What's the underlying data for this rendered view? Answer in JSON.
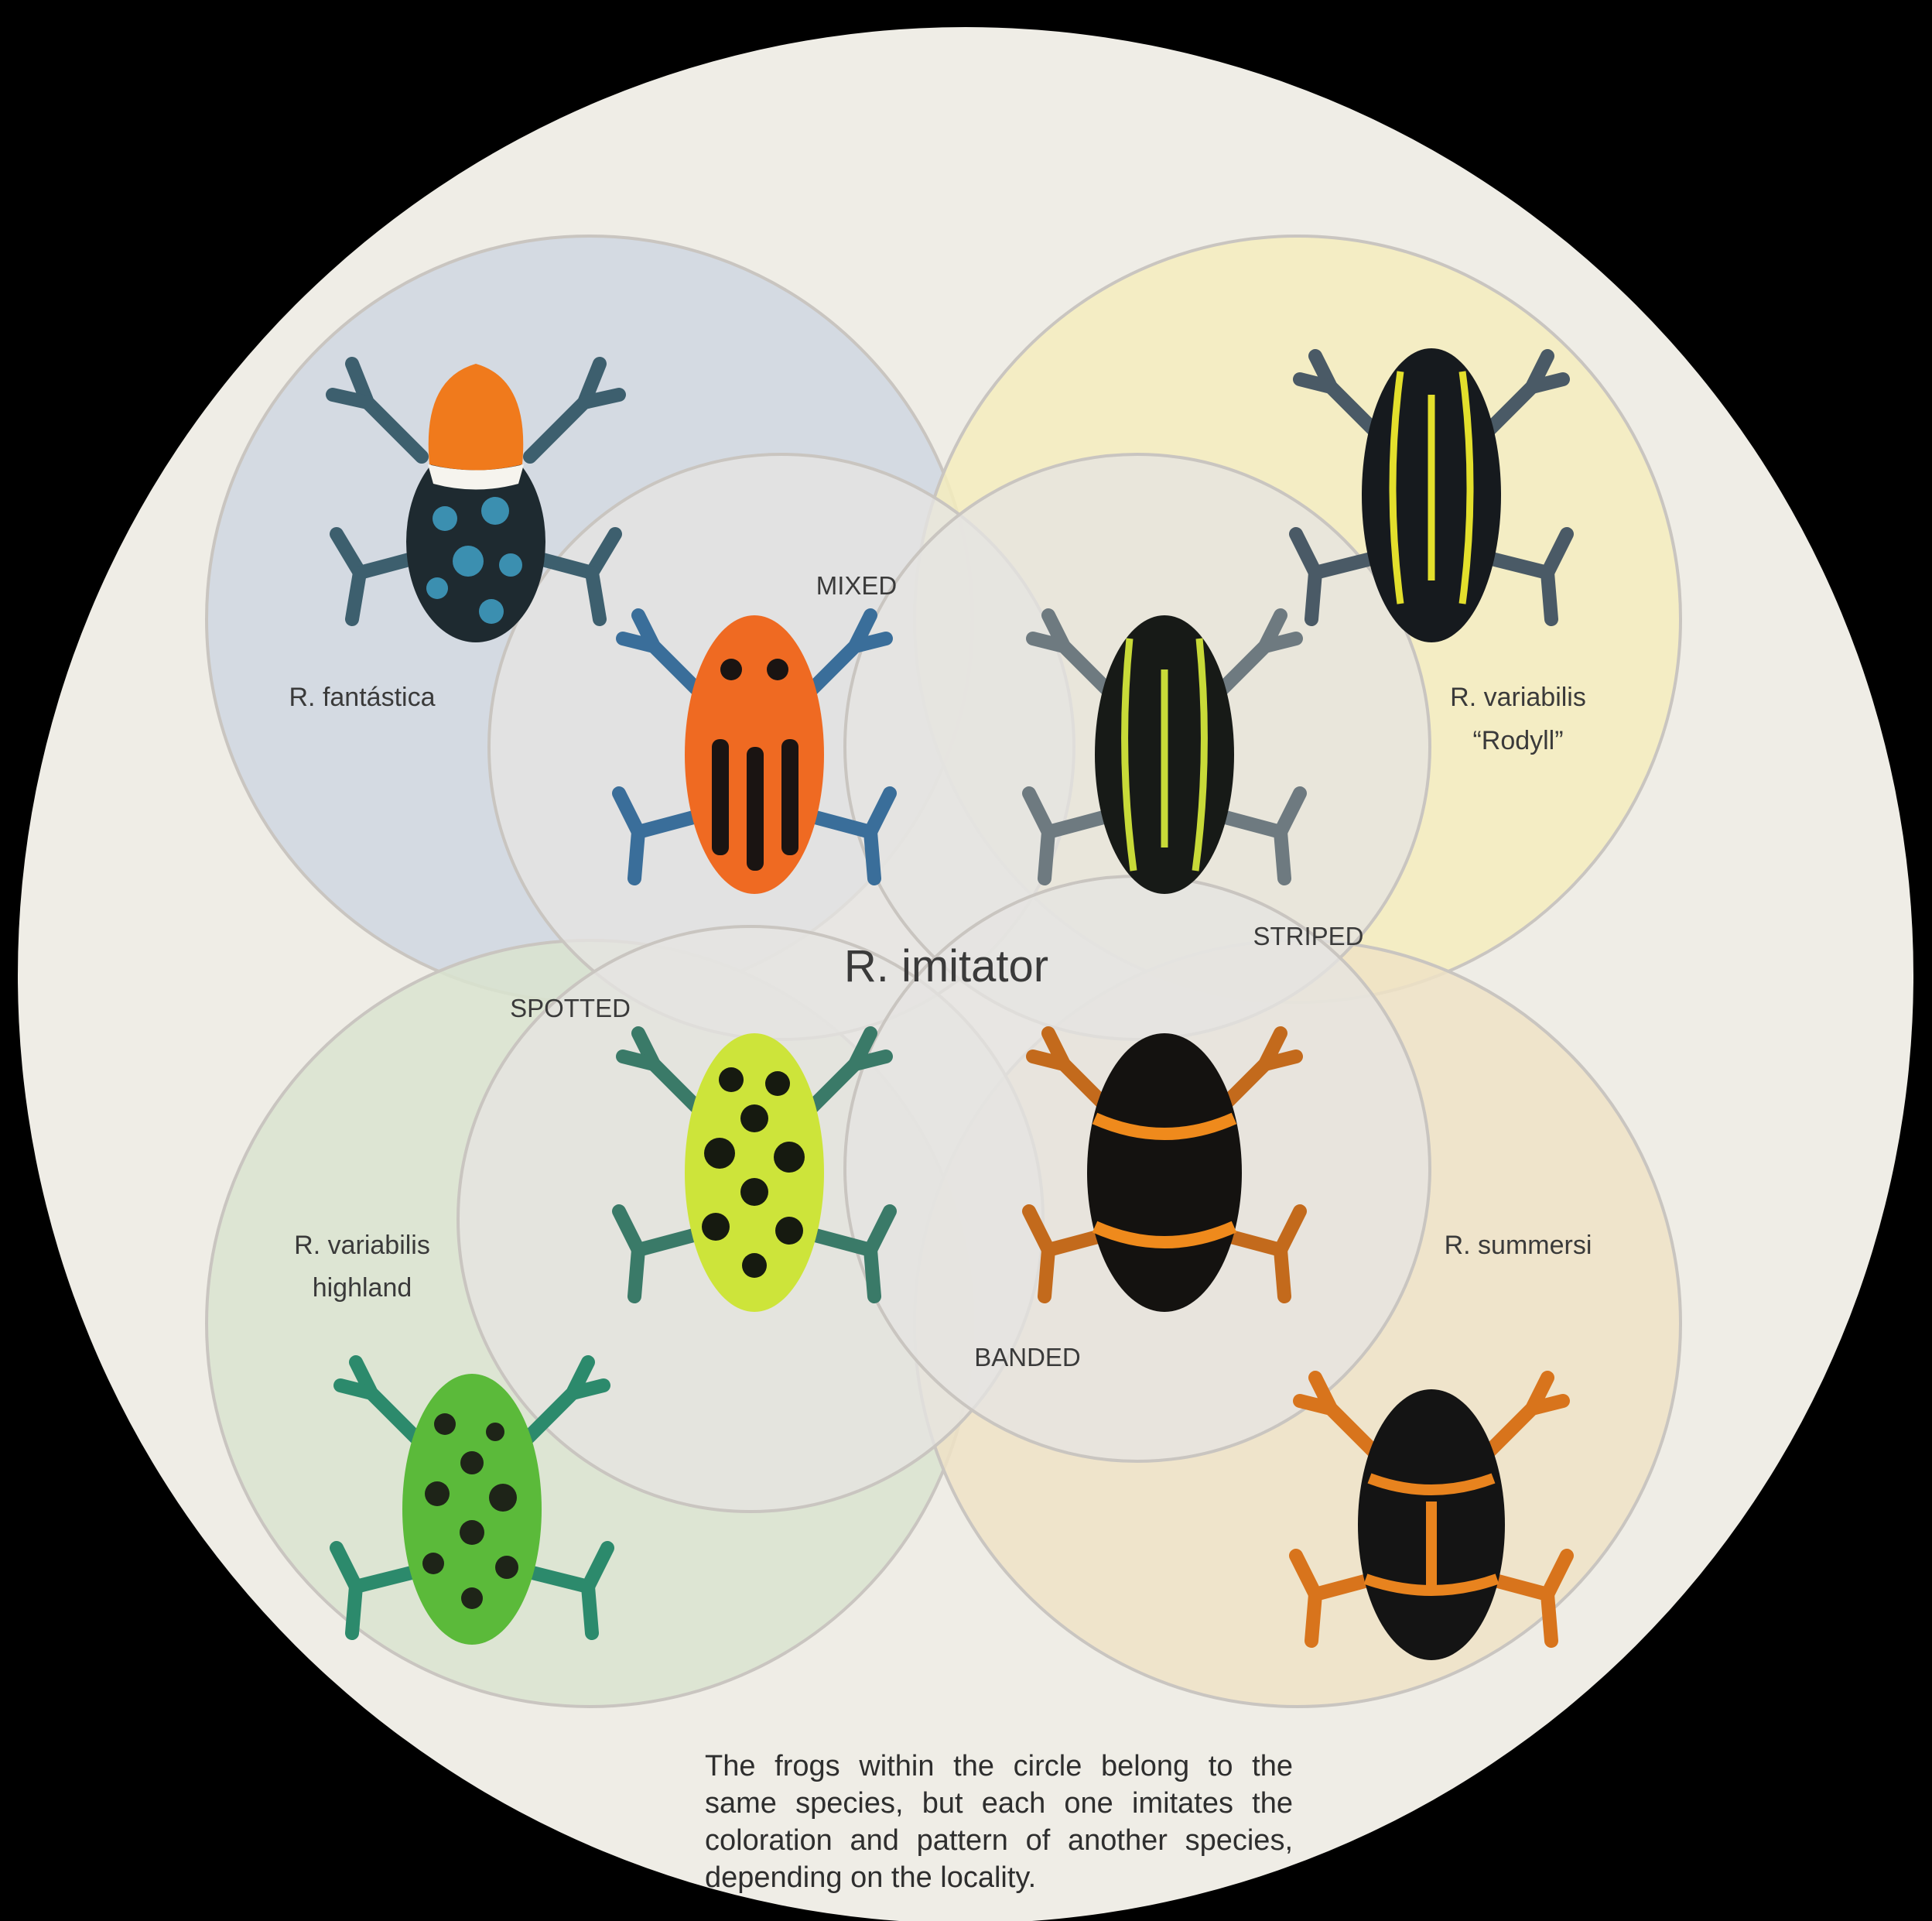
{
  "title": "R. imitator",
  "caption": "The frogs within the circle belong to the same species, but each one imitates the coloration and pattern of another species, depending on the locality.",
  "colors": {
    "background": "#000000",
    "outer_disc": "#efede6",
    "blue_circle": "#cfd6e0",
    "yellow_circle": "#f4ecbd",
    "green_circle": "#d9e3cf",
    "orange_circle": "#eee2c6",
    "inner_circles": "#e6e4e1",
    "circle_stroke": "#c9c5c0"
  },
  "outer_species": [
    {
      "label_lines": [
        "R. fantástica"
      ],
      "color": "#cfd6e0",
      "frog": "orange-head-blue-body-frog"
    },
    {
      "label_lines": [
        "R. variabilis",
        "“Rodyll”"
      ],
      "color": "#f4ecbd",
      "frog": "black-yellow-striped-frog"
    },
    {
      "label_lines": [
        "R. variabilis",
        "highland"
      ],
      "color": "#d9e3cf",
      "frog": "green-black-spotted-frog"
    },
    {
      "label_lines": [
        "R. summersi"
      ],
      "color": "#eee2c6",
      "frog": "black-orange-banded-frog"
    }
  ],
  "imitator_morphs": [
    {
      "label": "MIXED",
      "frog": "orange-black-banded-blue-legged-frog"
    },
    {
      "label": "STRIPED",
      "frog": "black-green-striped-frog"
    },
    {
      "label": "SPOTTED",
      "frog": "yellow-black-spotted-frog"
    },
    {
      "label": "BANDED",
      "frog": "black-orange-banded-frog"
    }
  ]
}
